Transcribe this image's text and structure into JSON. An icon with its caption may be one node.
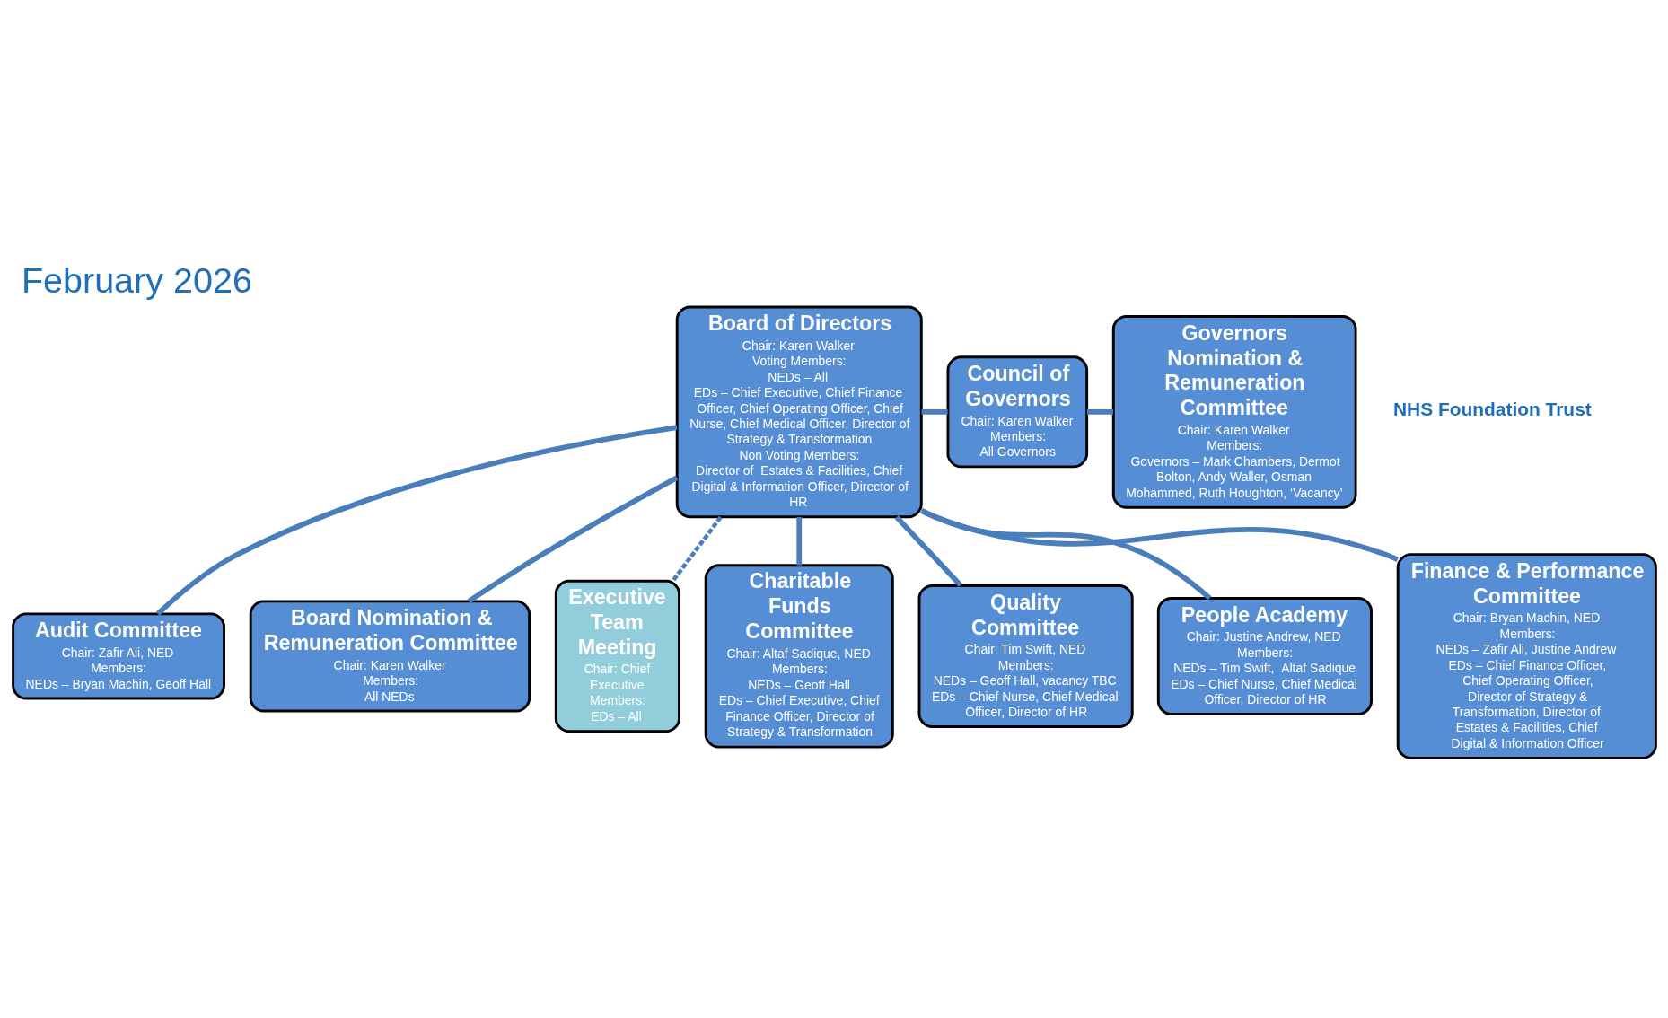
{
  "diagram": {
    "title": "February 2026",
    "nodes": [
      {
        "text": [
          "Board of Directors",
          "Chair: Karen Walker",
          "Voting Members:",
          "NEDs – All",
          "EDs – Chief Executive, Chief Finance Officer, Chief Operating Officer, Chief Nurse, Chief Medical Officer, Director of Strategy & Transformation",
          "Non Voting Members:",
          "Director of  Estates & Facilities, Chief Digital & Information Officer, Director of HR"
        ]
      },
      {
        "text": [
          "Council of Governors",
          "Chair: Karen Walker",
          "Members:",
          "All Governors"
        ]
      },
      {
        "text": [
          "Governors Nomination & Remuneration Committee",
          "Chair: Karen Walker",
          "Members:",
          "Governors – Mark Chambers, Dermot Bolton, Andy Waller, Osman Mohammed, Ruth Houghton, ‘Vacancy’"
        ]
      },
      {
        "text": [
          "Audit Committee",
          "Chair: Zafir Ali, NED",
          "Members:",
          "NEDs – Bryan Machin, Geoff Hall"
        ]
      },
      {
        "text": [
          "Board Nomination & Remuneration Committee",
          "Chair: Karen Walker",
          "Members:",
          "All NEDs"
        ]
      },
      {
        "text": [
          "Executive Team Meeting",
          "Chair: Chief Executive",
          "Members:",
          "EDs – All"
        ]
      },
      {
        "text": [
          "Charitable Funds Committee",
          "Chair: Altaf Sadique, NED",
          "Members:",
          "NEDs – Geoff Hall",
          "EDs – Chief Executive, Chief Finance Officer, Director of Strategy & Transformation"
        ]
      },
      {
        "text": [
          "Quality Committee",
          "Chair: Tim Swift, NED",
          "Members:",
          "NEDs – Geoff Hall, vacancy TBC",
          "EDs – Chief Nurse, Chief Medical Officer, Director of HR"
        ]
      },
      {
        "text": [
          "People Academy",
          "Chair: Justine Andrew, NED",
          "Members:",
          "NEDs – Tim Swift,  Altaf Sadique",
          "EDs – Chief Nurse, Chief Medical Officer, Director of HR"
        ]
      },
      {
        "text": [
          "Finance & Performance Committee",
          "Chair: Bryan Machin, NED",
          "Members:",
          "NEDs – Zafir Ali, Justine Andrew",
          "EDs – Chief Finance Officer, Chief Operating Officer, Director of Strategy & Transformation, Director of  Estates & Facilities, Chief Digital & Information Officer"
        ]
      }
    ],
    "edges": [
      {
        "from": 0,
        "to": 1,
        "arrow": "none"
      },
      {
        "from": 1,
        "to": 2,
        "arrow": "none"
      },
      {
        "from": 0,
        "to": 5,
        "arrow": "none",
        "style": "dashed"
      },
      {
        "from": 0,
        "to": 3,
        "arrow": "none"
      },
      {
        "from": 0,
        "to": 4,
        "arrow": "none"
      },
      {
        "from": 0,
        "to": 6,
        "arrow": "none"
      },
      {
        "from": 0,
        "to": 7,
        "arrow": "none"
      },
      {
        "from": 0,
        "to": 8,
        "arrow": "none"
      },
      {
        "from": 0,
        "to": 9,
        "arrow": "none"
      }
    ],
    "labels": [
      "NHS Foundation Trust"
    ]
  }
}
